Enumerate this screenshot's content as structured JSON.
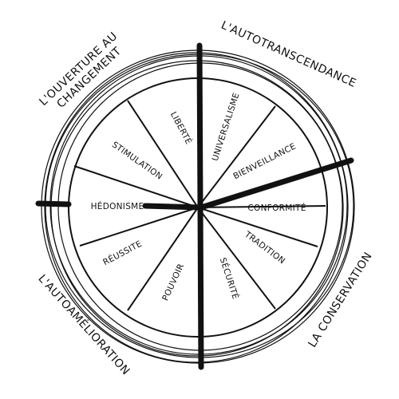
{
  "diagram": {
    "quadrants": {
      "openness": [
        "L'OUVERTURE AU",
        "CHANGEMENT"
      ],
      "transcendence": "L'AUTOTRANSCENDANCE",
      "enhancement": "L'AUTOAMÉLIORATION",
      "conservation": "LA CONSERVATION"
    },
    "values": {
      "liberte": "LIBERTÉ",
      "universalisme": "UNIVERSALISME",
      "bienveillance": "BIENVEILLANCE",
      "conformite": "CONFORMITÉ",
      "tradition": "TRADITION",
      "securite": "SÉCURITÉ",
      "pouvoir": "POUVOIR",
      "reussite": "RÉUSSITE",
      "hedonisme": "HÉDONISME",
      "stimulation": "STIMULATION"
    },
    "colors": {
      "ink": "#111111",
      "background": "#ffffff"
    }
  }
}
